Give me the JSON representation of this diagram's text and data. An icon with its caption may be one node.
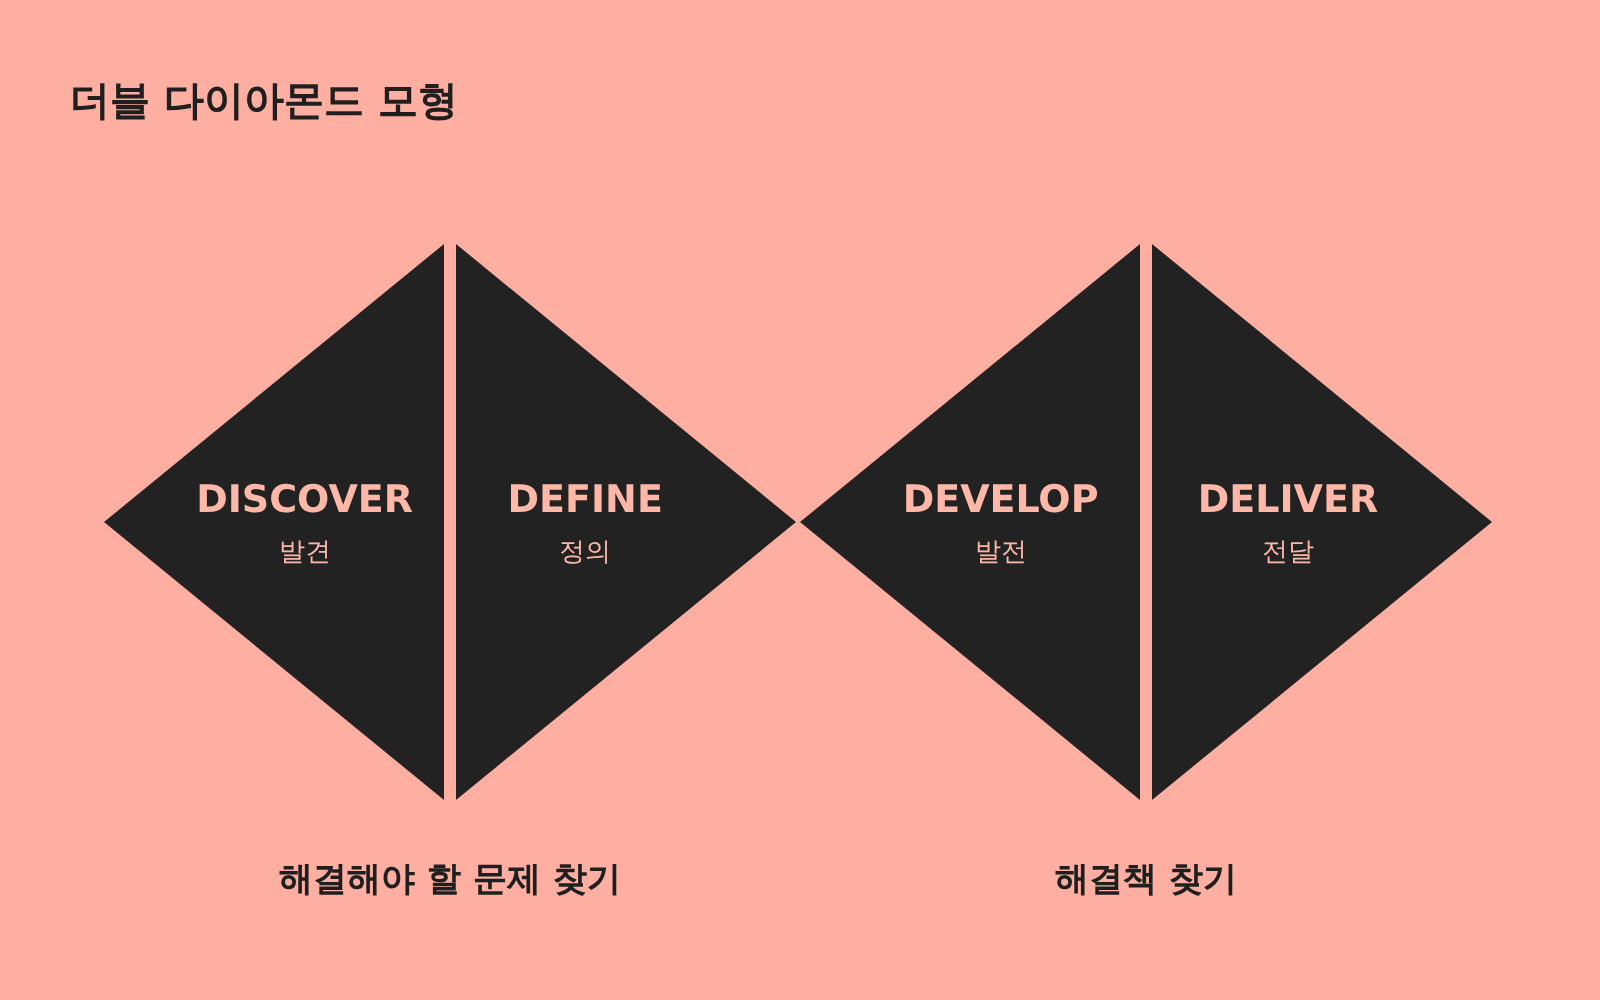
{
  "diagram": {
    "title": "더블 다이아몬드 모형",
    "nodes": [
      {
        "text": [
          "DISCOVER",
          "발견"
        ]
      },
      {
        "text": [
          "DEFINE",
          "정의"
        ]
      },
      {
        "text": [
          "DEVELOP",
          "발전"
        ]
      },
      {
        "text": [
          "DELIVER",
          "전달"
        ]
      }
    ],
    "labels": [
      "해결해야 할 문제 찾기",
      "해결책 찾기"
    ]
  }
}
